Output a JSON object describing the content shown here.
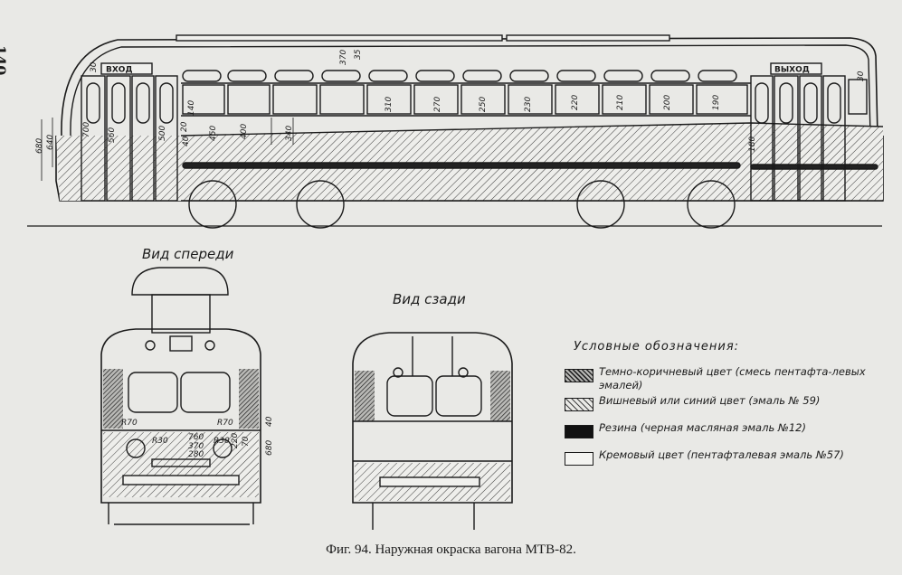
{
  "page_number": "140",
  "caption": "Фиг. 94. Наружная окраска вагона МТВ-82.",
  "views": {
    "front_label": "Вид спереди",
    "rear_label": "Вид сзади"
  },
  "signs": {
    "entrance": "ВХОД",
    "exit": "ВЫХОД"
  },
  "side_dimensions": {
    "left": [
      "680",
      "640",
      "700",
      "560",
      "500",
      "30",
      "140",
      "20",
      "40",
      "450"
    ],
    "top": [
      "370",
      "35"
    ],
    "window": [
      "400",
      "340",
      "310",
      "270",
      "250",
      "230",
      "220",
      "210",
      "200",
      "190",
      "30",
      "180"
    ]
  },
  "front_dimensions": [
    "R70",
    "R70",
    "R30",
    "R30",
    "760",
    "370",
    "280",
    "40",
    "70",
    "220",
    "680"
  ],
  "legend": {
    "title": "Условные обозначения:",
    "items": [
      {
        "text": "Темно-коричневый цвет (смесь пентафта-левых эмалей)",
        "color": "#2a2a2a",
        "pattern": "dark-brown"
      },
      {
        "text": "Вишневый или синий цвет (эмаль № 59)",
        "color": "#5a5a5a",
        "pattern": "cherry-or-blue"
      },
      {
        "text": "Резина (черная масляная эмаль №12)",
        "color": "#111111",
        "pattern": "rubber"
      },
      {
        "text": "Кремовый цвет (пентафталевая эмаль №57)",
        "color": "#f4f4f1",
        "pattern": "cream"
      }
    ]
  }
}
